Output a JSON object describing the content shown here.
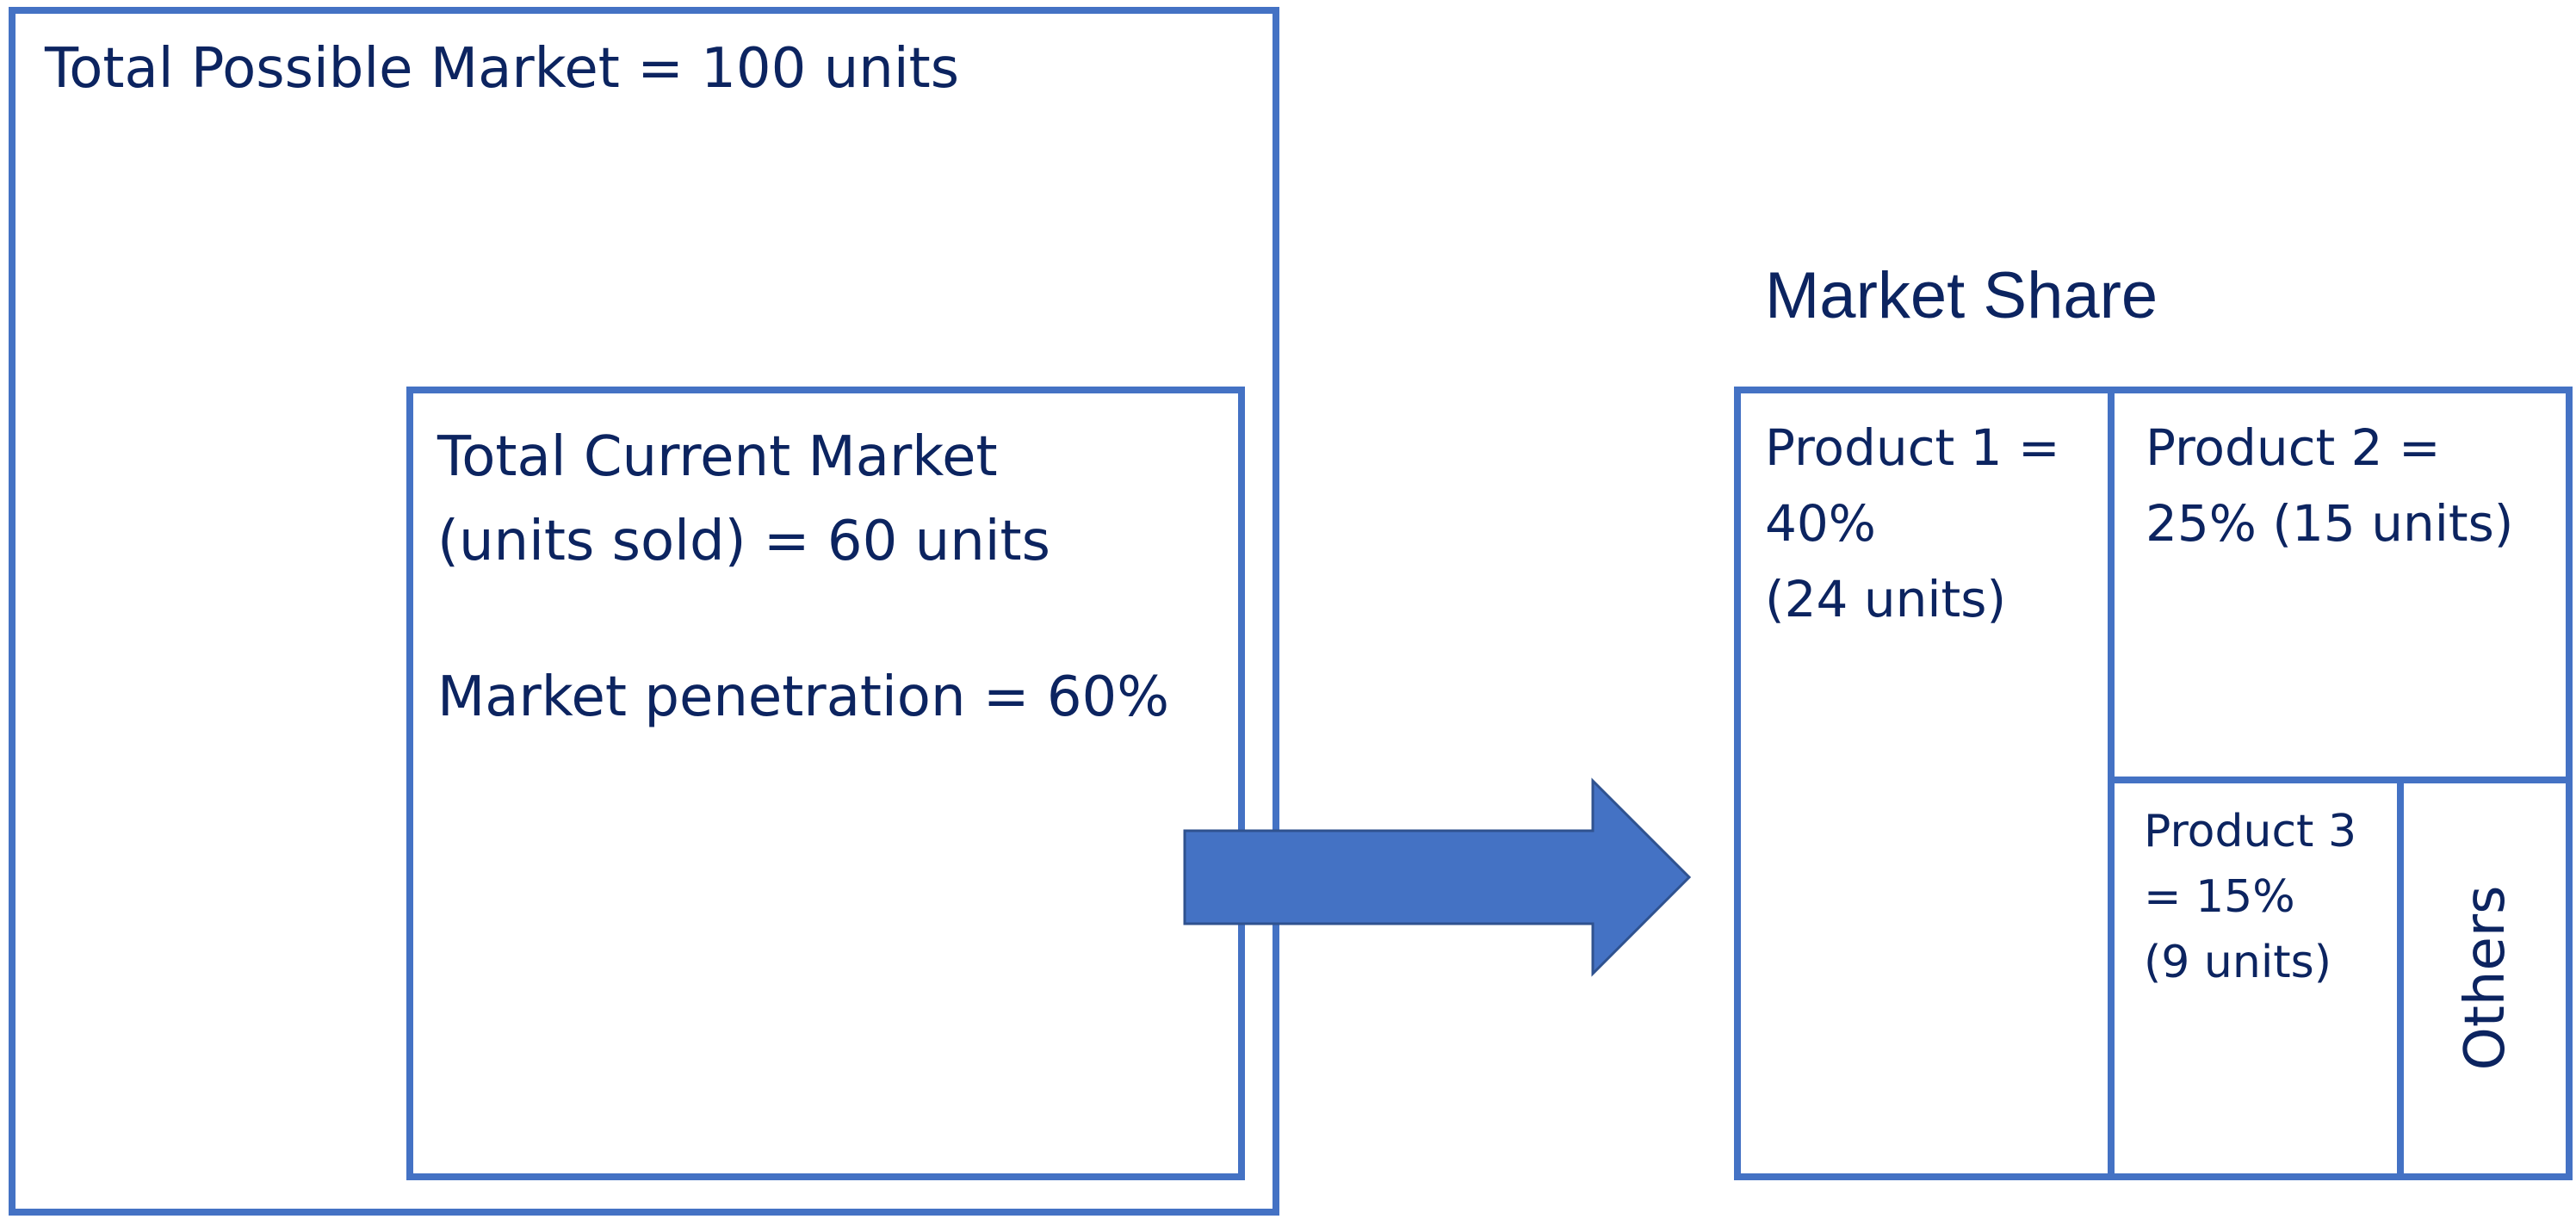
{
  "diagram": {
    "total_market": {
      "label": "Total Possible Market = 100 units",
      "value_units": 100
    },
    "current_market": {
      "label": "Total Current Market\n(units sold) = 60 units",
      "value_units": 60,
      "penetration_label": "Market penetration = 60%",
      "penetration_percent": 60
    },
    "market_share": {
      "title": "Market Share",
      "segments": [
        {
          "label": "Product 1 =\n40%\n(24 units)",
          "percent": 40,
          "units": 24
        },
        {
          "label": "Product 2 =\n25% (15 units)",
          "percent": 25,
          "units": 15
        },
        {
          "label": "Product 3\n= 15%\n(9 units)",
          "percent": 15,
          "units": 9
        },
        {
          "label": "Others"
        }
      ]
    },
    "colors": {
      "border": "#4472c4",
      "arrow_fill": "#4472c4",
      "arrow_stroke": "#2f528f",
      "text": "#0c2460"
    }
  }
}
